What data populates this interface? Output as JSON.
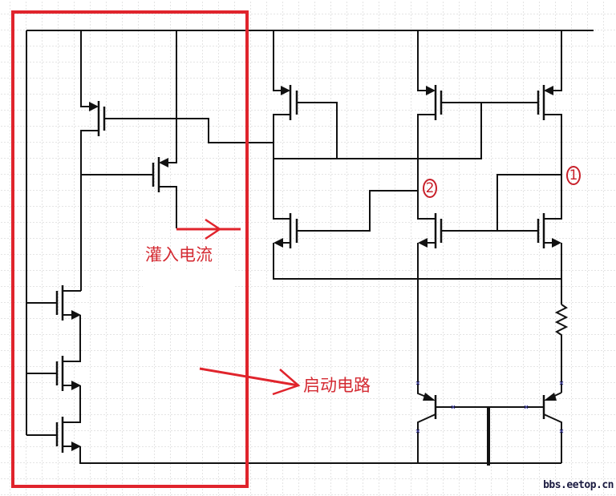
{
  "labels": {
    "sink_current": "灌入电流",
    "startup_circuit": "启动电路"
  },
  "nodes": {
    "node1": "1",
    "node2": "2"
  },
  "watermark": "bbs.eetop.cn",
  "colors": {
    "annotation": "#e0242c",
    "wire": "#111111",
    "grid": "#c8c8c8"
  }
}
